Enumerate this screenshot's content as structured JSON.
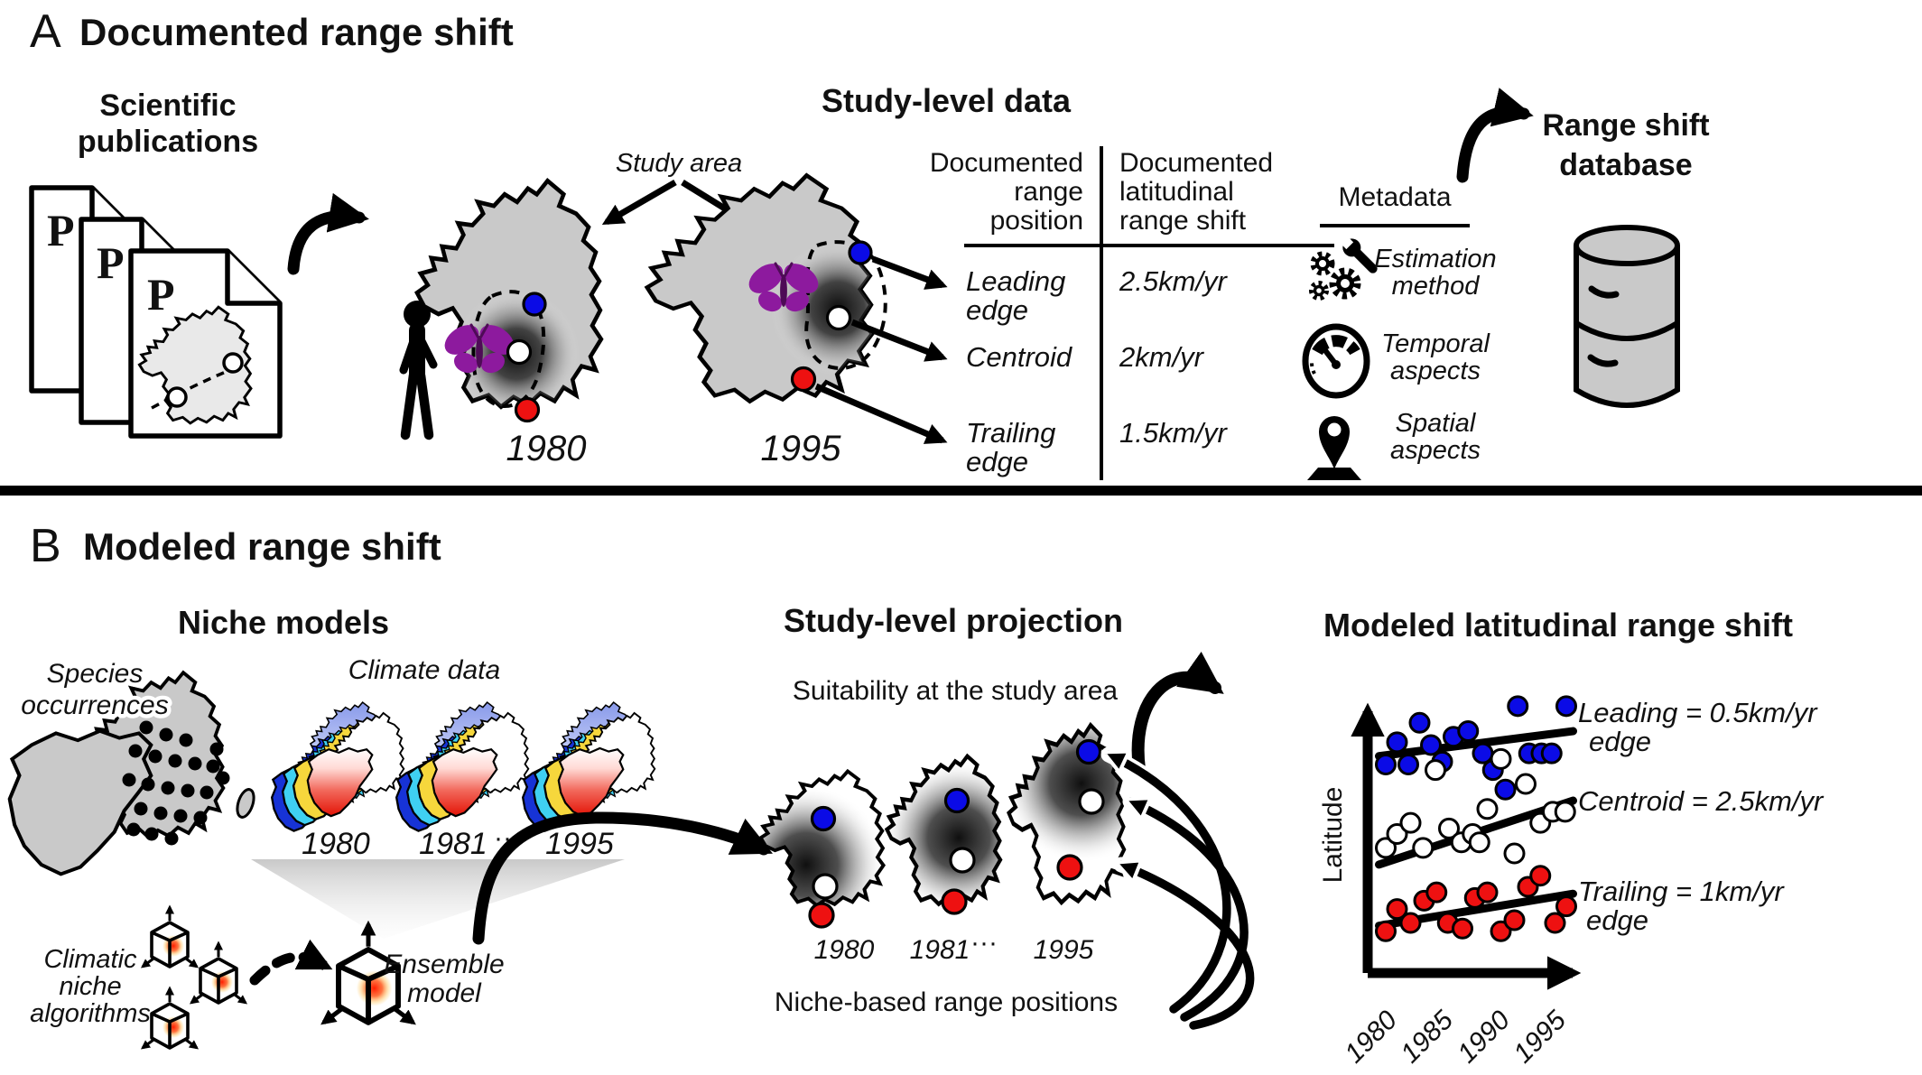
{
  "colors": {
    "accent_blue": "#0b0be6",
    "accent_red": "#ee1111",
    "butterfly_purple": "#8d1a9e",
    "map_gray": "#c9c9c9",
    "paper_map_gray": "#e9e9e9",
    "climate_blue": "#1733d6",
    "climate_cyan": "#3fd0f2",
    "climate_yellow": "#f6d73c",
    "climate_red": "#e31306",
    "climate_lavender": "#8f9fe8"
  },
  "panel_a": {
    "tag": "A",
    "title": "Documented range shift",
    "publications": {
      "title_lines": [
        "Scientific",
        "publications"
      ],
      "page_letter": "P"
    },
    "study_area_label": "Study area",
    "map_years": [
      "1980",
      "1995"
    ],
    "table": {
      "title": "Study-level data",
      "col1_lines": [
        "Documented",
        "range",
        "position"
      ],
      "col2_lines": [
        "Documented",
        "latitudinal",
        "range shift"
      ],
      "rows": [
        {
          "position_lines": [
            "Leading",
            "edge"
          ],
          "value": "2.5km/yr"
        },
        {
          "position_lines": [
            "Centroid",
            ""
          ],
          "value": "2km/yr"
        },
        {
          "position_lines": [
            "Trailing",
            "edge"
          ],
          "value": "1.5km/yr"
        }
      ]
    },
    "metadata": {
      "title": "Metadata",
      "items": [
        {
          "icon": "gears-wrench-icon",
          "label_lines": [
            "Estimation",
            "method"
          ]
        },
        {
          "icon": "gauge-icon",
          "label_lines": [
            "Temporal",
            "aspects"
          ]
        },
        {
          "icon": "map-pin-icon",
          "label_lines": [
            "Spatial",
            "aspects"
          ]
        }
      ]
    },
    "database_lines": [
      "Range shift",
      "database"
    ]
  },
  "panel_b": {
    "tag": "B",
    "title": "Modeled range shift",
    "niche_models_title": "Niche models",
    "species_occurrences_lines": [
      "Species",
      "occurrences"
    ],
    "climate_data_label": "Climate data",
    "climate_years": [
      "1980",
      "1981",
      "···",
      "1995"
    ],
    "algorithms_lines": [
      "Climatic",
      "niche",
      "algorithms"
    ],
    "ensemble_lines": [
      "Ensemble",
      "model"
    ],
    "projection": {
      "title": "Study-level projection",
      "subtitle": "Suitability at the study area",
      "years": [
        "1980",
        "1981",
        "···",
        "1995"
      ],
      "caption": "Niche-based range positions"
    }
  },
  "chart_data": {
    "type": "scatter",
    "title": "Modeled latitudinal range shift",
    "xlabel": "",
    "ylabel": "Latitude",
    "xticks": [
      "1980",
      "1985",
      "1990",
      "1995"
    ],
    "xtick_years": [
      1980,
      1985,
      1990,
      1995
    ],
    "x_range": [
      1978.4,
      1997.6
    ],
    "y_range_relative": [
      0,
      100
    ],
    "grid": false,
    "legend_position": "right",
    "series": [
      {
        "name": "Leading edge",
        "label": "Leading = 0.5km/yr",
        "label_line2": "edge",
        "rate": "0.5km/yr",
        "marker_color": "#0b0be6",
        "points": [
          [
            1980,
            75
          ],
          [
            1981,
            83
          ],
          [
            1982,
            75
          ],
          [
            1983,
            90
          ],
          [
            1984,
            82
          ],
          [
            1985,
            76
          ],
          [
            1986,
            85
          ],
          [
            1987.3,
            87
          ],
          [
            1988.6,
            79
          ],
          [
            1989.5,
            73
          ],
          [
            1990.6,
            66
          ],
          [
            1991.7,
            96
          ],
          [
            1992.7,
            79
          ],
          [
            1993.8,
            79
          ],
          [
            1994.7,
            79
          ],
          [
            1996,
            96
          ]
        ],
        "trend": [
          [
            1979.4,
            78
          ],
          [
            1996.6,
            87
          ]
        ]
      },
      {
        "name": "Centroid",
        "label": "Centroid = 2.5km/yr",
        "label_line2": "",
        "rate": "2.5km/yr",
        "marker_color": "#ffffff",
        "points": [
          [
            1980,
            45
          ],
          [
            1981,
            50
          ],
          [
            1982.2,
            54
          ],
          [
            1983.3,
            45
          ],
          [
            1984.4,
            73
          ],
          [
            1985.6,
            52
          ],
          [
            1986.7,
            47
          ],
          [
            1987.7,
            50
          ],
          [
            1988.3,
            47
          ],
          [
            1989,
            59
          ],
          [
            1990.2,
            77
          ],
          [
            1991.4,
            43
          ],
          [
            1992.4,
            68
          ],
          [
            1993.7,
            54
          ],
          [
            1994.8,
            58
          ],
          [
            1995.9,
            58
          ]
        ],
        "trend": [
          [
            1979.4,
            39
          ],
          [
            1996.6,
            62
          ]
        ]
      },
      {
        "name": "Trailing edge",
        "label": "Trailing = 1km/yr",
        "label_line2": "edge",
        "rate": "1km/yr",
        "marker_color": "#ee1111",
        "points": [
          [
            1980,
            15
          ],
          [
            1981,
            23
          ],
          [
            1982.2,
            18
          ],
          [
            1983.4,
            26
          ],
          [
            1984.5,
            29
          ],
          [
            1985.5,
            18
          ],
          [
            1986.8,
            16
          ],
          [
            1987.9,
            27
          ],
          [
            1989,
            29
          ],
          [
            1990.2,
            15
          ],
          [
            1991.4,
            19
          ],
          [
            1992.6,
            31
          ],
          [
            1993.7,
            35
          ],
          [
            1995,
            18
          ],
          [
            1996,
            24
          ]
        ],
        "trend": [
          [
            1979.4,
            17
          ],
          [
            1996.6,
            28.5
          ]
        ]
      }
    ]
  }
}
